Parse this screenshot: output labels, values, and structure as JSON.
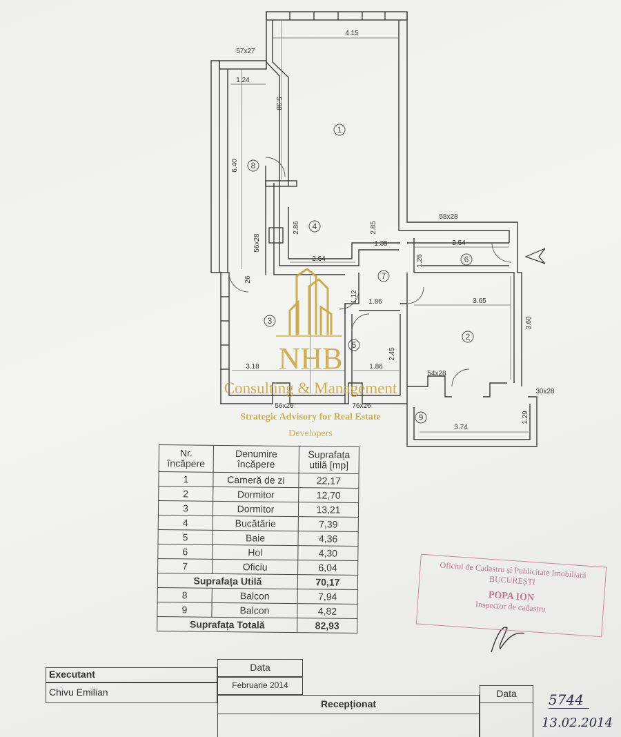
{
  "plan": {
    "dimensions": [
      "4.15",
      "57x27",
      "1.24",
      "5.38",
      "6.40",
      "2.86",
      "2.85",
      "58x28",
      "56x28",
      "1.39",
      "3.54",
      "1.26",
      "2.64",
      "26",
      "1.12",
      "1.86",
      "3.65",
      "3.60",
      "3.18",
      "1.86",
      "2.45",
      "54x28",
      "30x28",
      "56x26",
      "76x26",
      "3.74",
      "1.29"
    ],
    "room_numbers": [
      "1",
      "2",
      "3",
      "4",
      "5",
      "6",
      "7",
      "8",
      "9"
    ]
  },
  "watermark": {
    "brand": "NHB",
    "line1": "Consulting & Management",
    "line2": "Strategic Advisory for Real Estate",
    "line3": "Developers",
    "color": "#c9a440"
  },
  "rooms_table": {
    "headers": [
      "Nr. încăpere",
      "Denumire încăpere",
      "Suprafața utilă [mp]"
    ],
    "rows": [
      {
        "nr": "1",
        "name": "Cameră de zi",
        "area": "22,17"
      },
      {
        "nr": "2",
        "name": "Dormitor",
        "area": "12,70"
      },
      {
        "nr": "3",
        "name": "Dormitor",
        "area": "13,21"
      },
      {
        "nr": "4",
        "name": "Bucătărie",
        "area": "7,39"
      },
      {
        "nr": "5",
        "name": "Baie",
        "area": "4,36"
      },
      {
        "nr": "6",
        "name": "Hol",
        "area": "4,30"
      },
      {
        "nr": "7",
        "name": "Oficiu",
        "area": "6,04"
      }
    ],
    "subtotal_label": "Suprafața Utilă",
    "subtotal_value": "70,17",
    "balcony_rows": [
      {
        "nr": "8",
        "name": "Balcon",
        "area": "7,94"
      },
      {
        "nr": "9",
        "name": "Balcon",
        "area": "4,82"
      }
    ],
    "total_label": "Suprafața Totală",
    "total_value": "82,93"
  },
  "stamp": {
    "line1": "Oficiul de Cadastru și Publicitate Imobiliară",
    "line2": "BUCUREȘTI",
    "name": "POPA ION",
    "role": "Inspector de cadastru",
    "color": "#c0798c"
  },
  "footer": {
    "executant_label": "Executant",
    "executant_name": "Chivu Emilian",
    "data_label": "Data",
    "data_value": "Februarie 2014",
    "receptionat_label": "Recepționat",
    "data_label2": "Data",
    "handwritten_number": "5744",
    "handwritten_date": "13.02.2014"
  }
}
